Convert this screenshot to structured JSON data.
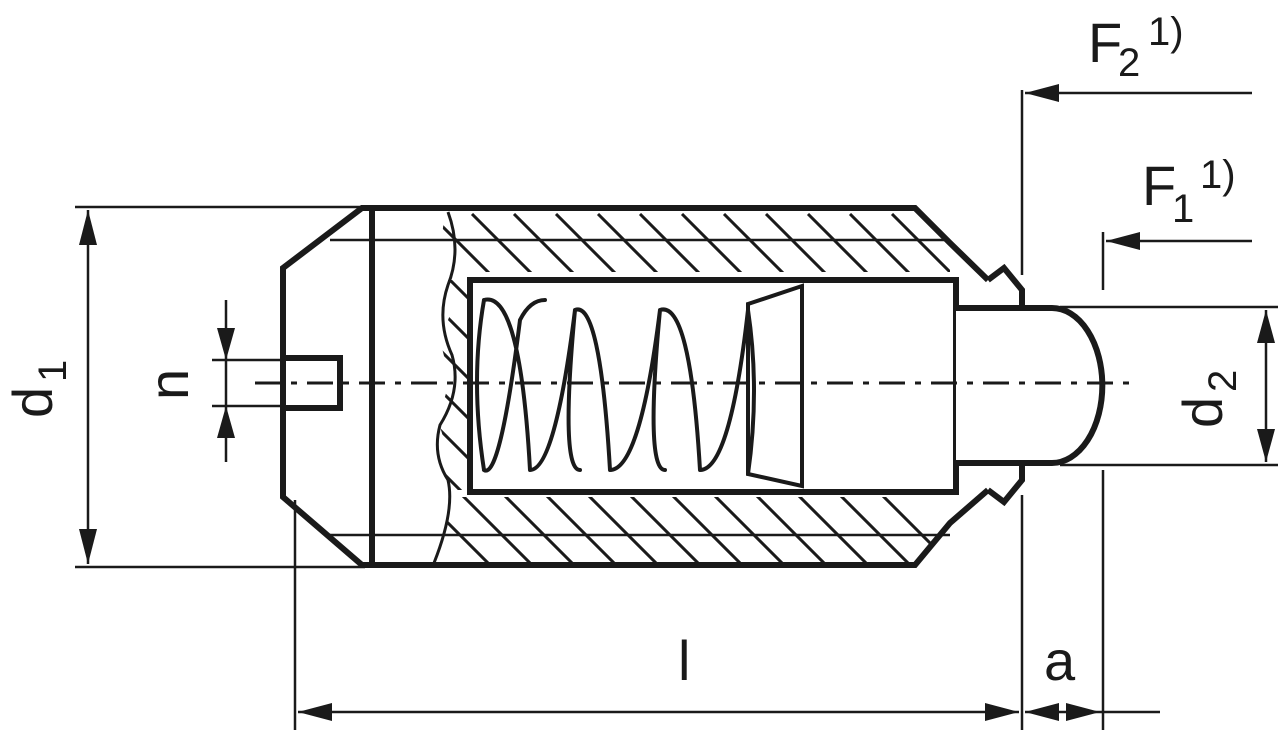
{
  "labels": {
    "d1": {
      "main": "d",
      "sub": "1"
    },
    "d2": {
      "main": "d",
      "sub": "2"
    },
    "n": "n",
    "l": "l",
    "a": "a",
    "F1": {
      "main": "F",
      "sub": "1",
      "sup": "1)"
    },
    "F2": {
      "main": "F",
      "sub": "2",
      "sup": "1)"
    }
  },
  "colors": {
    "stroke": "#1a1a1a",
    "background": "#ffffff"
  }
}
